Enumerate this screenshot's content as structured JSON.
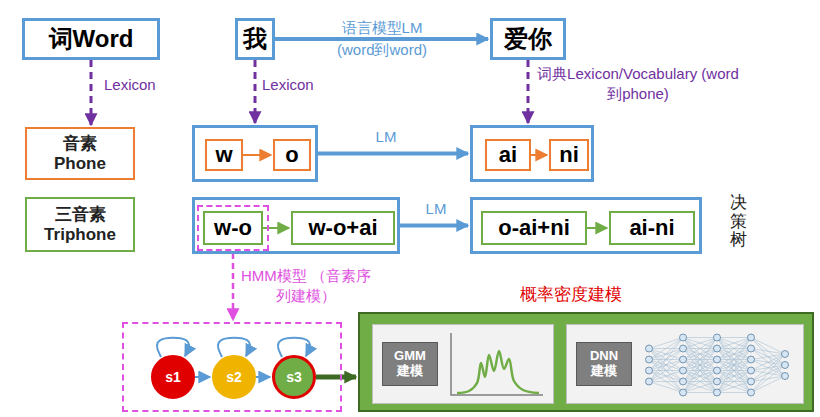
{
  "diagram": {
    "nodes": [
      {
        "text": [
          "词Word"
        ]
      },
      {
        "text": [
          "我"
        ]
      },
      {
        "text": [
          "爱你"
        ]
      },
      {
        "text": [
          "音素 Phone"
        ]
      },
      {
        "text": []
      },
      {
        "text": [
          "w"
        ],
        "in": 4
      },
      {
        "text": [
          "o"
        ],
        "in": 4
      },
      {
        "text": []
      },
      {
        "text": [
          "ai"
        ],
        "in": 7
      },
      {
        "text": [
          "ni"
        ],
        "in": 7
      },
      {
        "text": [
          "三音素 Triphone"
        ]
      },
      {
        "text": []
      },
      {
        "text": [
          "w-o"
        ],
        "in": 11
      },
      {
        "text": [
          "w-o+ai"
        ],
        "in": 11
      },
      {
        "text": []
      },
      {
        "text": [
          "o-ai+ni"
        ],
        "in": 14
      },
      {
        "text": [
          "ai-ni"
        ],
        "in": 14
      },
      {
        "text": []
      },
      {
        "text": [
          "s1"
        ],
        "in": 17
      },
      {
        "text": [
          "s2"
        ],
        "in": 17
      },
      {
        "text": [
          "s3"
        ],
        "in": 17
      },
      {
        "text": [
          "概率密度建模"
        ]
      },
      {
        "text": [],
        "in": 21
      },
      {
        "text": [
          "GMM 建模"
        ],
        "in": 22
      },
      {
        "text": [],
        "in": 21
      },
      {
        "text": [
          "DNN 建模"
        ],
        "in": 24
      }
    ],
    "edges": [
      {
        "from": 1,
        "to": 2,
        "arrow": "to",
        "label": "语言模型LM (word到word)"
      },
      {
        "from": 0,
        "to": 3,
        "arrow": "to",
        "label": "Lexicon"
      },
      {
        "from": 1,
        "to": 4,
        "arrow": "to",
        "label": "Lexicon"
      },
      {
        "from": 2,
        "to": 7,
        "arrow": "to",
        "label": "词典Lexicon/Vocabulary (word到phone)"
      },
      {
        "from": 5,
        "to": 6,
        "arrow": "to"
      },
      {
        "from": 4,
        "to": 7,
        "arrow": "to",
        "label": "LM"
      },
      {
        "from": 8,
        "to": 9,
        "arrow": "to"
      },
      {
        "from": 12,
        "to": 13,
        "arrow": "to"
      },
      {
        "from": 11,
        "to": 14,
        "arrow": "to",
        "label": "LM"
      },
      {
        "from": 15,
        "to": 16,
        "arrow": "to"
      },
      {
        "from": 12,
        "to": 17,
        "arrow": "to",
        "label": "HMM模型 （音素序列建模）"
      },
      {
        "from": 18,
        "to": 18,
        "arrow": "to"
      },
      {
        "from": 19,
        "to": 19,
        "arrow": "to"
      },
      {
        "from": 20,
        "to": 20,
        "arrow": "to"
      },
      {
        "from": 18,
        "to": 19,
        "arrow": "to"
      },
      {
        "from": 19,
        "to": 20,
        "arrow": "to"
      },
      {
        "from": 20,
        "to": 21,
        "arrow": "to"
      }
    ],
    "labels": [
      "决策树"
    ]
  }
}
